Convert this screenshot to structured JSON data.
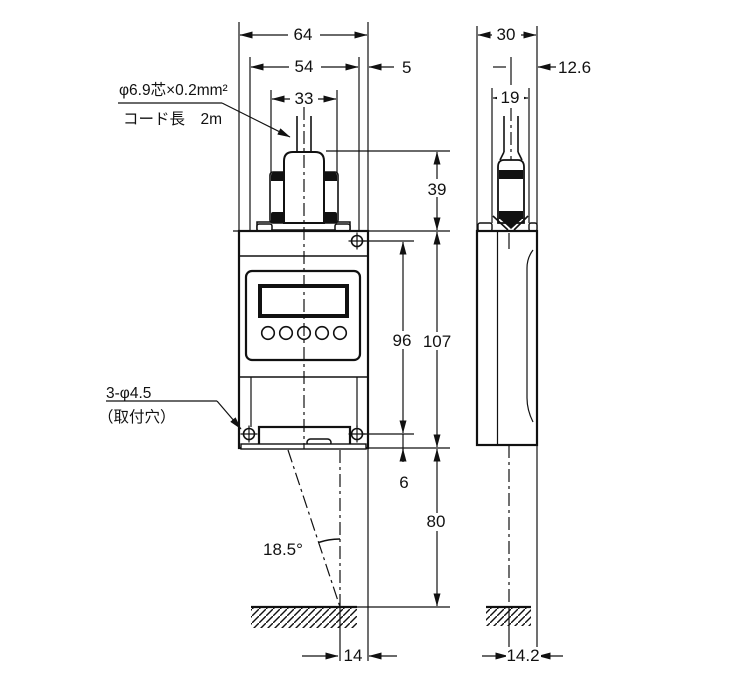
{
  "drawing": {
    "background": "#ffffff",
    "line_color": "#111111",
    "front": {
      "d64": "64",
      "d54": "54",
      "d5": "5",
      "d33": "33",
      "d39": "39",
      "d96": "96",
      "d107": "107",
      "d6": "6",
      "d80": "80",
      "d14": "14",
      "angle": "18.5°",
      "cord_spec": "φ6.9芯×0.2mm²",
      "cord_len": "コード長　2m",
      "holes": "3-φ4.5",
      "holes_note": "（取付穴）"
    },
    "side": {
      "d30": "30",
      "d126": "12.6",
      "d19": "19",
      "d142": "14.2"
    }
  }
}
